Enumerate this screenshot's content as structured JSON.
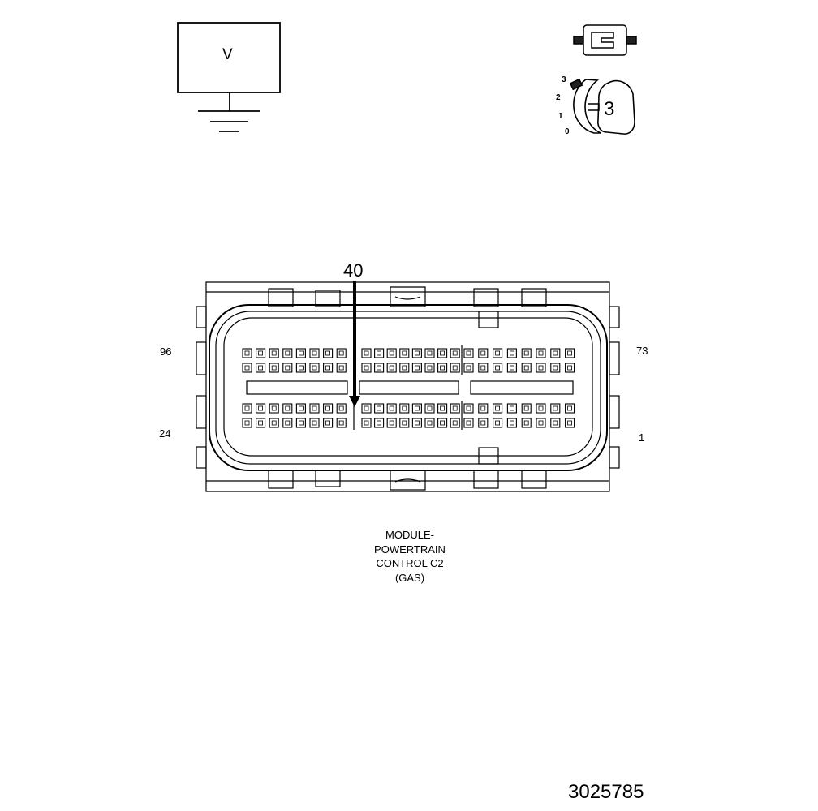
{
  "meter": {
    "mode_label": "V"
  },
  "ignition_key": {
    "positions": [
      "3",
      "2",
      "1",
      "0"
    ],
    "selected": "3"
  },
  "connector": {
    "callout_pin": "40",
    "pin_labels": {
      "top_left": "96",
      "top_right": "73",
      "bottom_left": "24",
      "bottom_right": "1"
    },
    "caption_lines": [
      "MODULE-",
      "POWERTRAIN",
      "CONTROL C2",
      "(GAS)"
    ]
  },
  "figure_number": "3025785"
}
